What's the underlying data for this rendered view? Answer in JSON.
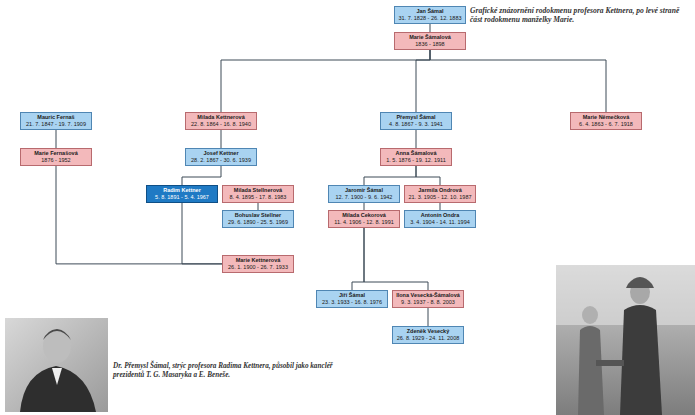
{
  "diagram": {
    "title": "Grafické znázornění rodokmenu profesora Kettnera, po levé straně část rodokmenu manželky Marie.",
    "caption": "Dr. Přemysl Šámal, strýc profesora Radima Kettnera, působil jako kancléř prezidentů T. G. Masaryka a E. Beneše.",
    "nodes": [
      {
        "text": [
          "Jan Šámal",
          "31. 7. 1828 - 26. 12. 1883"
        ]
      },
      {
        "text": [
          "Marie Šámalová",
          "1836 - 1898"
        ]
      },
      {
        "text": [
          "Mauric Fernaš",
          "21. 7. 1847 - 19. 7. 1909"
        ]
      },
      {
        "text": [
          "Milada Kettnerová",
          "22. 8. 1864 - 16. 8. 1940"
        ]
      },
      {
        "text": [
          "Přemysl Šámal",
          "4. 8. 1867 - 9. 3. 1941"
        ]
      },
      {
        "text": [
          "Marie Němečková",
          "6. 4. 1863 - 6. 7. 1918"
        ]
      },
      {
        "text": [
          "Marie Fernašová",
          "1876 - 1952"
        ]
      },
      {
        "text": [
          "Josef Kettner",
          "28. 2. 1867 - 30. 6. 1939"
        ]
      },
      {
        "text": [
          "Anna Šámalová",
          "1. 5. 1876 - 19. 12. 1911"
        ]
      },
      {
        "text": [
          "Radim Kettner",
          "5. 8. 1891 - 5. 4. 1967"
        ]
      },
      {
        "text": [
          "Milada Stellnerová",
          "8. 4. 1895 - 17. 8. 1983"
        ]
      },
      {
        "text": [
          "Jaromír Šámal",
          "12. 7. 1900 - 9. 6. 1942"
        ]
      },
      {
        "text": [
          "Jarmila Ondrová",
          "21. 3. 1905 - 12. 10. 1987"
        ]
      },
      {
        "text": [
          "Bohuslav Stellner",
          "29. 6. 1890 - 25. 5. 1969"
        ]
      },
      {
        "text": [
          "Milada Cekorová",
          "11. 4. 1906 - 12. 8. 1991"
        ]
      },
      {
        "text": [
          "Antonín Ondra",
          "3. 4. 1904 - 14. 11. 1994"
        ]
      },
      {
        "text": [
          "Marie Kettnerová",
          "26. 1. 1900 - 26. 7. 1933"
        ]
      },
      {
        "text": [
          "Jiří Šámal",
          "23. 3. 1933 - 16. 8. 1976"
        ]
      },
      {
        "text": [
          "Ilona Vesecká-Šámalová",
          "9. 3. 1937 - 8. 8. 2003"
        ]
      },
      {
        "text": [
          "Zdeněk Vesecký",
          "26. 8. 1929 - 24. 11. 2008"
        ]
      }
    ],
    "edges": [
      {
        "from": 0,
        "to": 1,
        "arrow": "none"
      },
      {
        "from": 1,
        "to": 3,
        "arrow": "none"
      },
      {
        "from": 1,
        "to": 4,
        "arrow": "none"
      },
      {
        "from": 1,
        "to": 5,
        "arrow": "none"
      },
      {
        "from": 2,
        "to": 6,
        "arrow": "none"
      },
      {
        "from": 3,
        "to": 7,
        "arrow": "none"
      },
      {
        "from": 4,
        "to": 8,
        "arrow": "none"
      },
      {
        "from": 7,
        "to": 9,
        "arrow": "none"
      },
      {
        "from": 8,
        "to": 11,
        "arrow": "none"
      },
      {
        "from": 8,
        "to": 12,
        "arrow": "none"
      },
      {
        "from": 10,
        "to": 13,
        "arrow": "none"
      },
      {
        "from": 11,
        "to": 14,
        "arrow": "none"
      },
      {
        "from": 12,
        "to": 15,
        "arrow": "none"
      },
      {
        "from": 6,
        "to": 16,
        "arrow": "none"
      },
      {
        "from": 9,
        "to": 16,
        "arrow": "none"
      },
      {
        "from": 14,
        "to": 17,
        "arrow": "none"
      },
      {
        "from": 14,
        "to": 18,
        "arrow": "none"
      },
      {
        "from": 18,
        "to": 19,
        "arrow": "none"
      }
    ]
  }
}
